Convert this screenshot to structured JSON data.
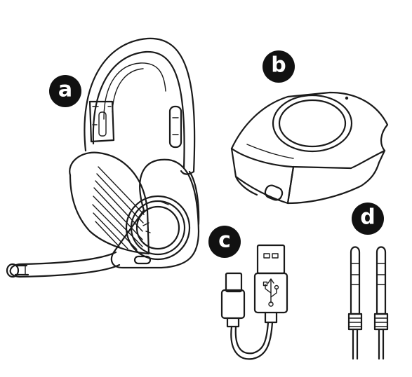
{
  "labels": {
    "a": "a",
    "b": "b",
    "c": "c",
    "d": "d"
  },
  "items": [
    {
      "label": "a",
      "icon": "headset-icon"
    },
    {
      "label": "b",
      "icon": "usb-transmitter-icon"
    },
    {
      "label": "c",
      "icon": "usb-cable-icon"
    },
    {
      "label": "d",
      "icon": "audio-jack-cable-icon"
    }
  ],
  "colors": {
    "ink": "#1a1a1a",
    "badge": "#111111",
    "background": "#ffffff"
  }
}
